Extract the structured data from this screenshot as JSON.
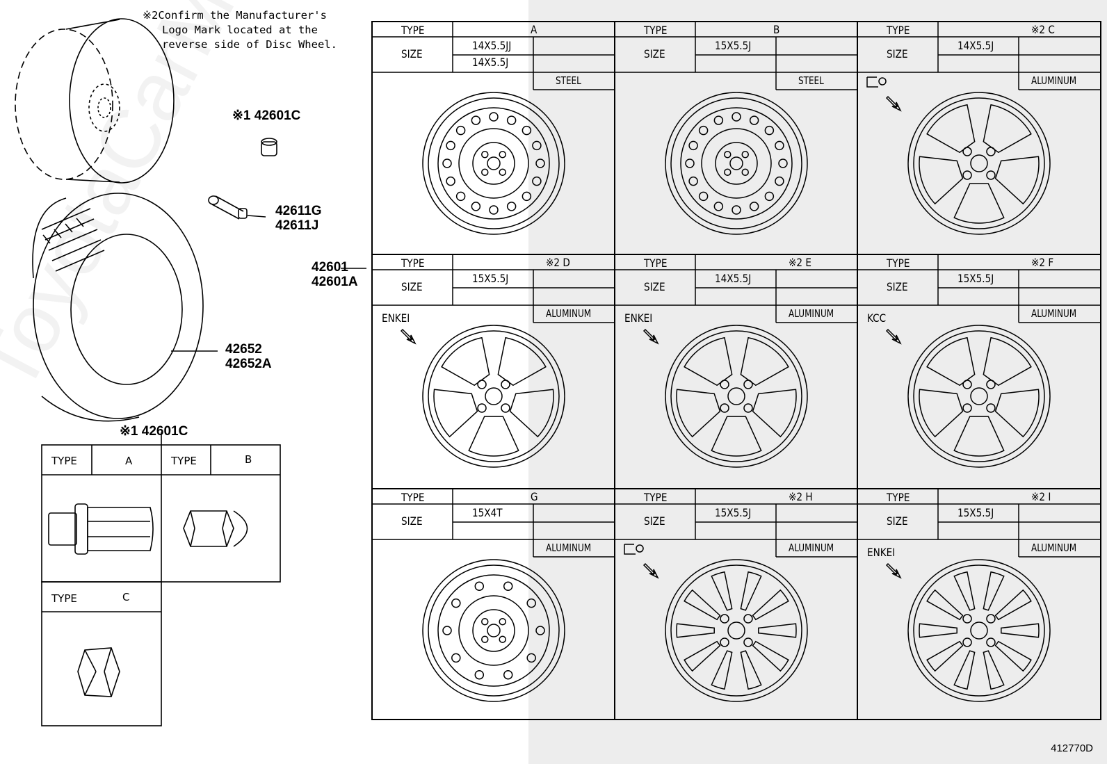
{
  "note": {
    "mark": "※2",
    "lines": [
      "Confirm the Manufacturer's",
      "Logo Mark located at the",
      "reverse side of Disc Wheel."
    ]
  },
  "callouts": {
    "nut_top": "※1 42601C",
    "valve": "42611G\n42611J",
    "wheel": "42601\n42601A",
    "tire": "42652\n42652A",
    "nut_table": "※1 42601C"
  },
  "nut_table": {
    "type_label": "TYPE",
    "types": [
      "A",
      "B",
      "C"
    ]
  },
  "wheel_table": {
    "type_label": "TYPE",
    "size_label": "SIZE",
    "cells": [
      {
        "type": "A",
        "sizes": [
          "14X5.5JJ",
          "14X5.5J"
        ],
        "material": "STEEL",
        "brand": ""
      },
      {
        "type": "B",
        "sizes": [
          "15X5.5J"
        ],
        "material": "STEEL",
        "brand": ""
      },
      {
        "type": "※2 C",
        "sizes": [
          "14X5.5J"
        ],
        "material": "ALUMINUM",
        "brand": "logo"
      },
      {
        "type": "※2 D",
        "sizes": [
          "15X5.5J"
        ],
        "material": "ALUMINUM",
        "brand": "ENKEI"
      },
      {
        "type": "※2 E",
        "sizes": [
          "14X5.5J"
        ],
        "material": "ALUMINUM",
        "brand": "ENKEI"
      },
      {
        "type": "※2 F",
        "sizes": [
          "15X5.5J"
        ],
        "material": "ALUMINUM",
        "brand": "KCC"
      },
      {
        "type": "G",
        "sizes": [
          "15X4T"
        ],
        "material": "ALUMINUM",
        "brand": ""
      },
      {
        "type": "※2 H",
        "sizes": [
          "15X5.5J"
        ],
        "material": "ALUMINUM",
        "brand": "logo"
      },
      {
        "type": "※2 I",
        "sizes": [
          "15X5.5J"
        ],
        "material": "ALUMINUM",
        "brand": "ENKEI"
      }
    ]
  },
  "ref_number": "412770D",
  "watermark": "ToyotaCarMine"
}
